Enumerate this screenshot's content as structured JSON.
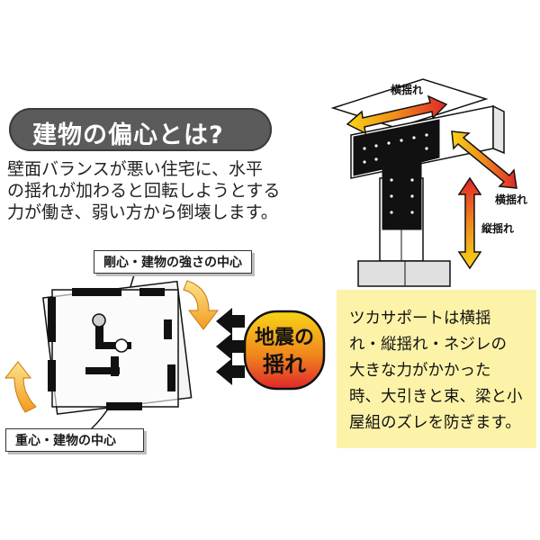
{
  "title": "建物の偏心とは?",
  "description_lines": [
    "壁面バランスが悪い住宅に、水平",
    "の揺れが加わると回転しようとする",
    "力が働き、弱い方から倒壊します。"
  ],
  "labels": {
    "stiffness_center": "剛心・建物の強さの中心",
    "gravity_center": "重心・建物の中心",
    "earthquake_line1": "地震の",
    "earthquake_line2": "揺れ",
    "horizontal_top": "横揺れ",
    "horizontal_side": "横揺れ",
    "vertical": "縦揺れ"
  },
  "explanation_lines": [
    "ツカサポートは横揺",
    "れ・縦揺れ・ネジレの",
    "大きな力がかかった",
    "時、大引きと束、梁と小",
    "屋組のズレを防ぎます。"
  ],
  "colors": {
    "title_bg": "#5b5b5b",
    "explanation_bg": "#fdf3a8",
    "quake_gradient_top": "#f7d417",
    "quake_gradient_bottom": "#e0262a",
    "arrow_outline": "#111111"
  }
}
